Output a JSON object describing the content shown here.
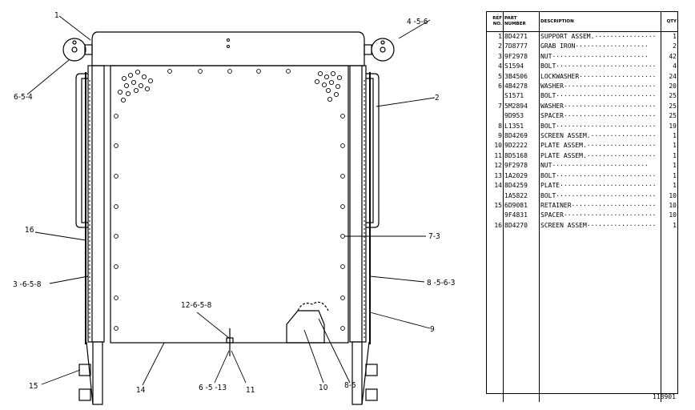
{
  "callouts": {
    "c1": "1",
    "c2": "2",
    "c456": "4 -5-6",
    "c654": "6-5-4",
    "c16": "16",
    "c73": "7-3",
    "c3658": "3 -6-5-8",
    "c8563": "8 -5-6-3",
    "c9": "9",
    "c12658": "12-6-5-8",
    "c15": "15",
    "c14": "14",
    "c6513": "6 -5 -13",
    "c11": "11",
    "c10": "10",
    "c85": "8-5"
  },
  "parts_table": {
    "headers": {
      "ref": "REF NO.",
      "part": "PART NUMBER",
      "desc": "DESCRIPTION",
      "qty": "QTY"
    },
    "rows": [
      {
        "ref": "1",
        "part": "8D4271",
        "desc": "SUPPORT ASSEM.",
        "qty": "1"
      },
      {
        "ref": "2",
        "part": "7D8777",
        "desc": "  GRAB IRON",
        "qty": "2"
      },
      {
        "ref": "3",
        "part": "9F2978",
        "desc": "  NUT",
        "qty": "42"
      },
      {
        "ref": "4",
        "part": "S1594",
        "desc": "BOLT",
        "qty": "4"
      },
      {
        "ref": "5",
        "part": "3B4506",
        "desc": "LOCKWASHER",
        "qty": "24"
      },
      {
        "ref": "6",
        "part": "4B4278",
        "desc": "WASHER",
        "qty": "20"
      },
      {
        "ref": "",
        "part": "S1571",
        "desc": "BOLT",
        "qty": "25"
      },
      {
        "ref": "7",
        "part": "5M2894",
        "desc": "WASHER",
        "qty": "25"
      },
      {
        "ref": "",
        "part": "9D953",
        "desc": "SPACER",
        "qty": "25"
      },
      {
        "ref": "8",
        "part": "L1351",
        "desc": "BOLT",
        "qty": "19"
      },
      {
        "ref": "9",
        "part": "8D4269",
        "desc": "SCREEN ASSEM.",
        "qty": "1"
      },
      {
        "ref": "10",
        "part": "9D2222",
        "desc": "PLATE ASSEM.",
        "qty": "1"
      },
      {
        "ref": "11",
        "part": "8D5168",
        "desc": "PLATE ASSEM.",
        "qty": "1"
      },
      {
        "ref": "12",
        "part": "9F2978",
        "desc": "  NUT",
        "qty": "1"
      },
      {
        "ref": "13",
        "part": "1A2029",
        "desc": "BOLT",
        "qty": "1"
      },
      {
        "ref": "14",
        "part": "8D4259",
        "desc": "PLATE",
        "qty": "1"
      },
      {
        "ref": "",
        "part": "1A5822",
        "desc": "BOLT",
        "qty": "10"
      },
      {
        "ref": "15",
        "part": "6D9081",
        "desc": "RETAINER",
        "qty": "10"
      },
      {
        "ref": "",
        "part": "9F4831",
        "desc": "SPACER",
        "qty": "10"
      },
      {
        "ref": "16",
        "part": "8D4270",
        "desc": "SCREEN ASSEM",
        "qty": "1"
      }
    ]
  },
  "drawing_number": "118901"
}
